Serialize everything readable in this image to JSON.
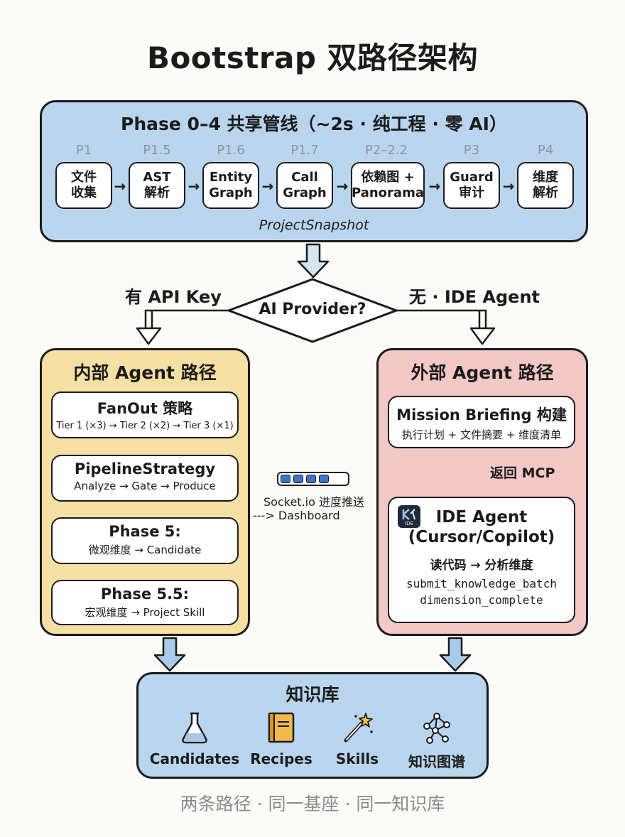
{
  "title": "Bootstrap 双路径架构",
  "shared_pipeline": {
    "title": "Phase 0–4 共享管线（~2s · 纯工程 · 零 AI）",
    "phases": [
      {
        "label": "P1",
        "box": "文件\n收集"
      },
      {
        "label": "P1.5",
        "box": "AST\n解析"
      },
      {
        "label": "P1.6",
        "box": "Entity\nGraph"
      },
      {
        "label": "P1.7",
        "box": "Call\nGraph"
      },
      {
        "label": "P2–2.2",
        "box": "依赖图 +\nPanorama"
      },
      {
        "label": "P3",
        "box": "Guard\n审计"
      },
      {
        "label": "P4",
        "box": "维度\n解析"
      }
    ],
    "output": "ProjectSnapshot"
  },
  "decision": {
    "label": "AI Provider?",
    "left_branch": "有 API Key",
    "right_branch": "无 · IDE Agent"
  },
  "internal": {
    "title": "内部 Agent 路径",
    "steps": [
      {
        "title": "FanOut 策略",
        "sub": "Tier 1 (×3) → Tier 2 (×2) → Tier 3 (×1)"
      },
      {
        "title": "PipelineStrategy",
        "sub": "Analyze → Gate → Produce"
      },
      {
        "title": "Phase 5:",
        "sub": "微观维度 → Candidate"
      },
      {
        "title": "Phase 5.5:",
        "sub": "宏观维度 → Project Skill"
      }
    ]
  },
  "socket": {
    "line1": "Socket.io 进度推送",
    "line2": "---> Dashboard"
  },
  "external": {
    "title": "外部 Agent 路径",
    "briefing_title": "Mission Briefing 构建",
    "briefing_sub": "执行计划 + 文件摘要 + 维度清单",
    "return_label": "返回 MCP",
    "ide_title_1": "IDE Agent",
    "ide_title_2": "(Cursor/Copilot)",
    "ide_logo_text": "IDE",
    "ide_line1": "读代码 → 分析维度",
    "ide_line2": "submit_knowledge_batch",
    "ide_line3": "dimension_complete"
  },
  "knowledge_base": {
    "title": "知识库",
    "items": [
      {
        "label": "Candidates",
        "icon": "flask-icon"
      },
      {
        "label": "Recipes",
        "icon": "book-icon"
      },
      {
        "label": "Skills",
        "icon": "magic-wand-icon"
      },
      {
        "label": "知识图谱",
        "icon": "graph-icon"
      }
    ]
  },
  "footer": "两条路径 · 同一基座 · 同一知识库",
  "colors": {
    "blue_panel": "#b9d6ee",
    "yellow_panel": "#f6e0a3",
    "pink_panel": "#f3c9c6",
    "phase_label": "#8e979e"
  }
}
